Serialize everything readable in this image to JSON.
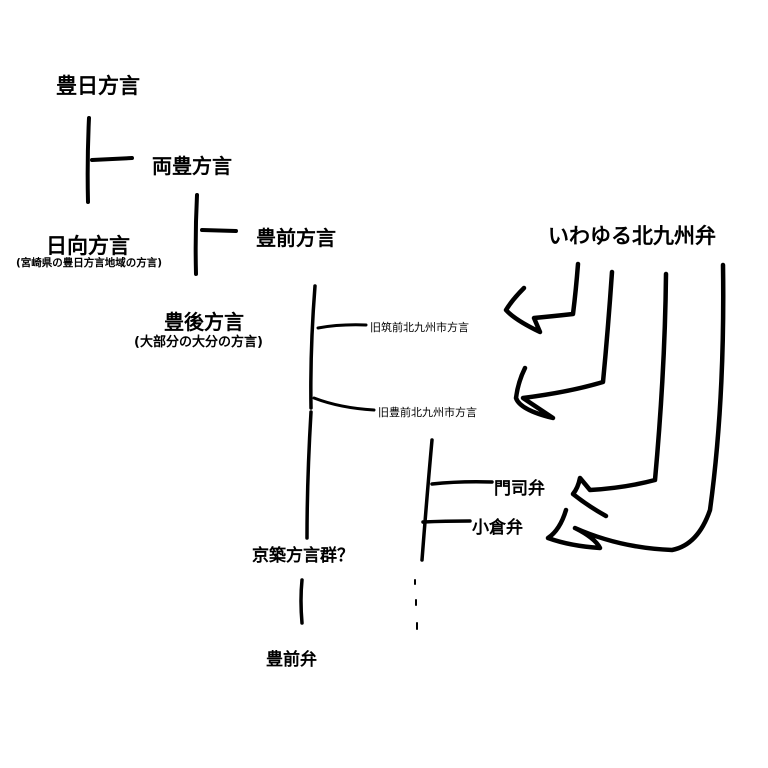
{
  "nodes": {
    "houjitsu": "豊日方言",
    "ryouhou": "両豊方言",
    "hyuuga": "日向方言",
    "hyuuga_note": "(宮崎県の豊日方言地域の方言)",
    "buzen": "豊前方言",
    "bungo": "豊後方言",
    "bungo_note": "(大部分の大分の方言)",
    "kyuchikuzen": "旧筑前北九州市方言",
    "kyubuzen": "旧豊前北九州市方言",
    "moji": "門司弁",
    "kokura": "小倉弁",
    "keichiku": "京築方言群？",
    "buzenben": "豊前弁",
    "kitakyushu": "いわゆる北九州弁"
  }
}
